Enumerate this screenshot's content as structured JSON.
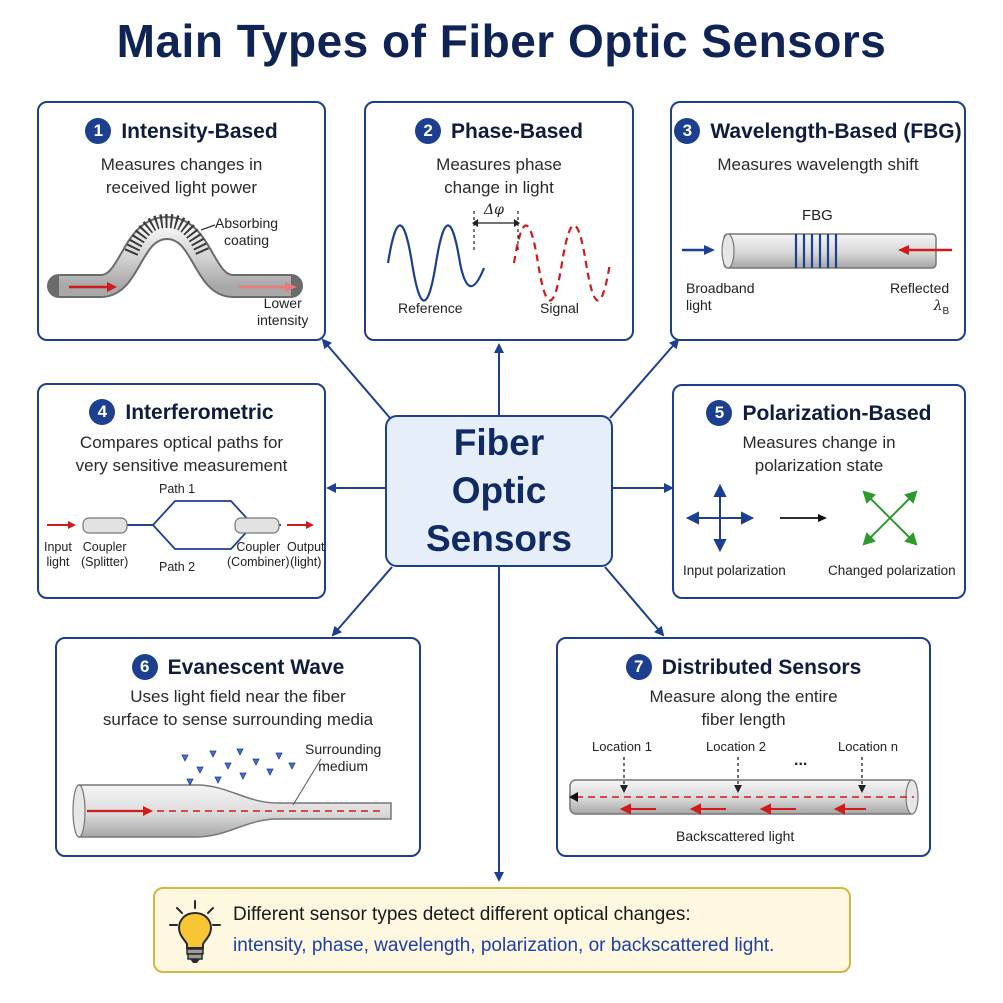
{
  "title": "Main Types of Fiber Optic Sensors",
  "center": {
    "label": "Fiber Optic Sensors"
  },
  "colors": {
    "primary": "#1d3f8f",
    "signal": "#d11a1a",
    "green": "#2e9a2e",
    "tip_border": "#d9b443",
    "tip_bg": "#fdf8df"
  },
  "cards": [
    {
      "num": "1",
      "title": "Intensity-Based",
      "desc1": "Measures changes in",
      "desc2": "received light power",
      "labels": {
        "coating1": "Absorbing",
        "coating2": "coating",
        "out1": "Lower",
        "out2": "intensity"
      }
    },
    {
      "num": "2",
      "title": "Phase-Based",
      "desc1": "Measures phase",
      "desc2": "change in light",
      "labels": {
        "delta": "Δφ",
        "reference": "Reference",
        "signal": "Signal"
      }
    },
    {
      "num": "3",
      "title": "Wavelength-Based (FBG)",
      "desc1": "Measures wavelength shift",
      "labels": {
        "fbg": "FBG",
        "in1": "Broadband",
        "in2": "light",
        "out1": "Reflected",
        "out2": "λ",
        "out2_sub": "B"
      }
    },
    {
      "num": "4",
      "title": "Interferometric",
      "desc1": "Compares optical paths for",
      "desc2": "very sensitive measurement",
      "labels": {
        "path1": "Path 1",
        "path2": "Path 2",
        "in1": "Input",
        "in2": "light",
        "c1a": "Coupler",
        "c1b": "(Splitter)",
        "c2a": "Coupler",
        "c2b": "(Combiner)",
        "out1": "Output",
        "out2": "(light)"
      }
    },
    {
      "num": "5",
      "title": "Polarization-Based",
      "desc1": "Measures change in",
      "desc2": "polarization state",
      "labels": {
        "input": "Input polarization",
        "changed": "Changed polarization"
      }
    },
    {
      "num": "6",
      "title": "Evanescent Wave",
      "desc1": "Uses light field near the fiber",
      "desc2": "surface to sense surrounding media",
      "labels": {
        "medium1": "Surrounding",
        "medium2": "medium"
      }
    },
    {
      "num": "7",
      "title": "Distributed Sensors",
      "desc1": "Measure along the entire",
      "desc2": "fiber length",
      "labels": {
        "loc1": "Location 1",
        "loc2": "Location 2",
        "dots": "...",
        "locn": "Location n",
        "back": "Backscattered light"
      }
    }
  ],
  "tip": {
    "icon": "lightbulb-icon",
    "line1": "Different sensor types detect different optical changes:",
    "line2": "intensity, phase, wavelength, polarization, or backscattered light."
  }
}
